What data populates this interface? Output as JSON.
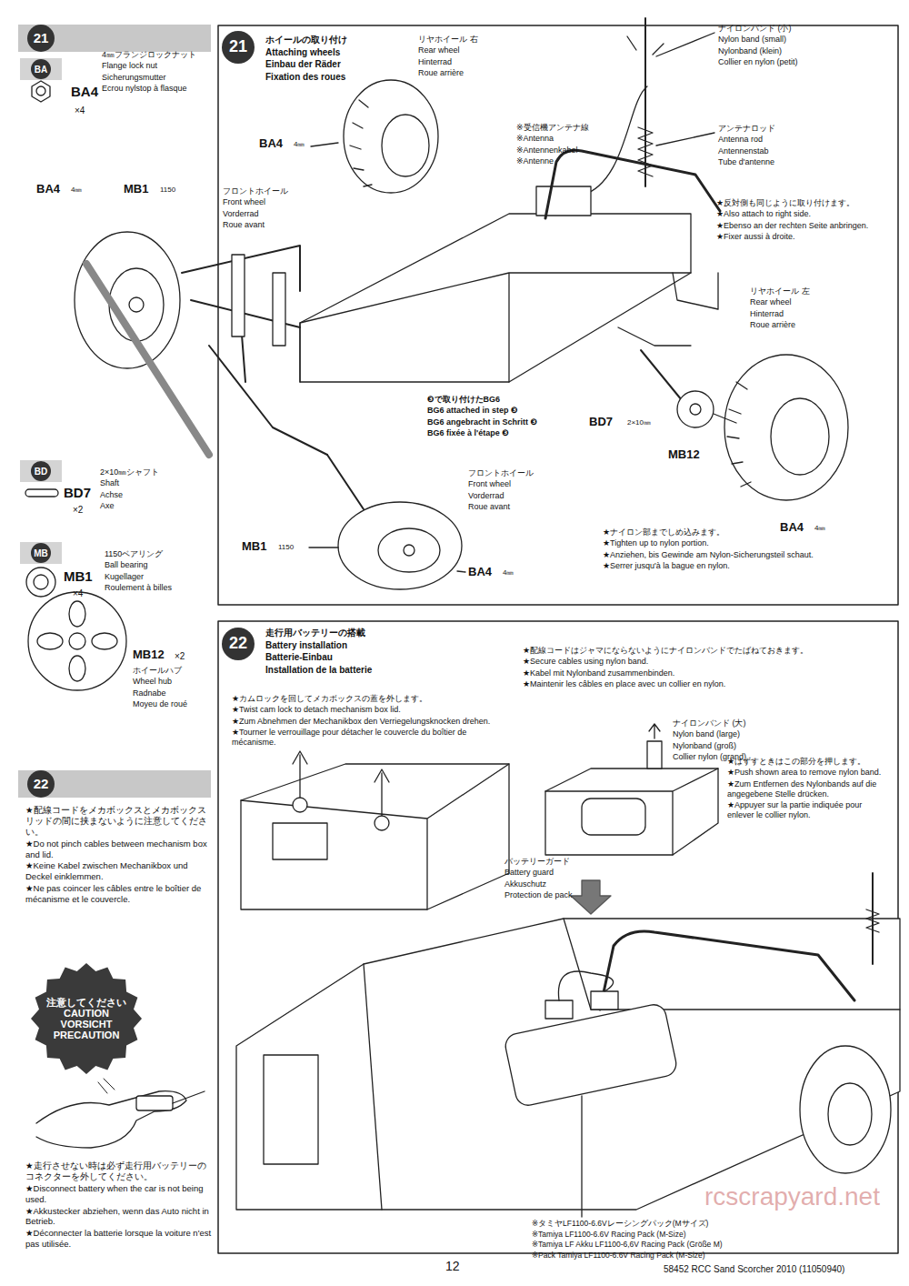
{
  "diagram": {
    "nodes": [
      {
        "text": [
          "21"
        ]
      },
      {
        "text": [
          "BA"
        ]
      },
      {
        "text": [
          "21"
        ]
      },
      {
        "text": [
          "BD"
        ]
      },
      {
        "text": [
          "MB"
        ]
      },
      {
        "text": [
          "22"
        ]
      },
      {
        "text": [
          "注意してください",
          "CAUTION",
          "VORSICHT",
          "PRECAUTION"
        ]
      },
      {
        "text": [
          "22"
        ]
      }
    ],
    "labels": [
      "BA4",
      "×4",
      "4㎜フランジロックナット",
      "Flange lock nut",
      "Sicherungsmutter",
      "Ecrou nylstop à flasque",
      "ホイールの取り付け",
      "Attaching wheels",
      "Einbau der Räder",
      "Fixation des roues",
      "リヤホイール 右",
      "Rear wheel",
      "Hinterrad",
      "Roue arrière",
      "BA4",
      "4㎜",
      "BA4",
      "4㎜",
      "MB1",
      "1150",
      "フロントホイール",
      "Front wheel",
      "Vorderrad",
      "Roue avant",
      "※受信機アンテナ線",
      "※Antenna",
      "※Antennenkabel",
      "※Antenne",
      "ナイロンバンド (小)",
      "Nylon band (small)",
      "Nylonband (klein)",
      "Collier en nylon (petit)",
      "アンテナロッド",
      "Antenna rod",
      "Antennenstab",
      "Tube d'antenne",
      "★反対側も同じように取り付けます。",
      "★Also attach to right side.",
      "★Ebenso an der rechten Seite anbringen.",
      "★Fixer aussi à droite.",
      "リヤホイール 左",
      "Rear wheel",
      "Hinterrad",
      "Roue arrière",
      "❸で取り付けたBG6",
      "BG6 attached in step ❸",
      "BG6 angebracht in Schritt ❸",
      "BG6 fixée à l'étape ❸",
      "BD7",
      "2×10㎜",
      "MB12",
      "フロントホイール",
      "Front wheel",
      "Vorderrad",
      "Roue avant",
      "MB1",
      "1150",
      "BA4",
      "4㎜",
      "BA4",
      "4㎜",
      "★ナイロン部までしめ込みます。",
      "★Tighten up to nylon portion.",
      "★Anziehen, bis Gewinde am Nylon-Sicherungsteil schaut.",
      "★Serrer jusqu'à la bague en nylon.",
      "BD7",
      "×2",
      "2×10㎜シャフト",
      "Shaft",
      "Achse",
      "Axe",
      "MB1",
      "×4",
      "1150ベアリング",
      "Ball bearing",
      "Kugellager",
      "Roulement à billes",
      "MB12",
      "×2",
      "ホイールハブ",
      "Wheel hub",
      "Radnabe",
      "Moyeu de roué",
      "★配線コードをメカボックスとメカボックスリッドの間に挟まないように注意してください。",
      "★Do not pinch cables between mechanism box and lid.",
      "★Keine Kabel zwischen Mechanikbox und Deckel einklemmen.",
      "★Ne pas coincer les câbles entre le boîtier de mécanisme et le couvercle.",
      "★走行させない時は必ず走行用バッテリーのコネクターを外してください。",
      "★Disconnect battery when the car is not being used.",
      "★Akkustecker abziehen, wenn das Auto nicht in Betrieb.",
      "★Déconnecter la batterie lorsque la voiture n'est pas utilisée.",
      "走行用バッテリーの搭載",
      "Battery installation",
      "Batterie-Einbau",
      "Installation de la batterie",
      "★カムロックを回してメカボックスの蓋を外します。",
      "★Twist cam lock to detach mechanism box lid.",
      "★Zum Abnehmen der Mechanikbox den Verriegelungsknocken drehen.",
      "★Tourner le verrouillage pour détacher le couvercle du boîtier de mécanisme.",
      "★配線コードはジャマにならないようにナイロンバンドでたばねておきます。",
      "★Secure cables using nylon band.",
      "★Kabel mit Nylonband zusammenbinden.",
      "★Maintenir les câbles en place avec un collier en nylon.",
      "ナイロンバンド (大)",
      "Nylon band (large)",
      "Nylonband (groß)",
      "Collier nylon (grand)",
      "★はずすときはこの部分を押します。",
      "★Push shown area to remove nylon band.",
      "★Zum Entfernen des Nylonbands auf die angegebene Stelle drücken.",
      "★Appuyer sur la partie indiquée pour enlever le collier nylon.",
      "バッテリーガード",
      "Battery guard",
      "Akkuschutz",
      "Protection de pack",
      "※タミヤLF1100-6.6Vレーシングパック(Mサイズ)",
      "※Tamiya LF1100-6.6V Racing Pack (M-Size)",
      "※Tamiya LF Akku LF1100-6,6V Racing Pack (Größe M)",
      "※Pack Tamiya LF1100-6.6V Racing Pack (M-Size)",
      "12",
      "58452 RCC Sand Scorcher 2010 (11050940)",
      "rcscrapyard.net"
    ]
  }
}
